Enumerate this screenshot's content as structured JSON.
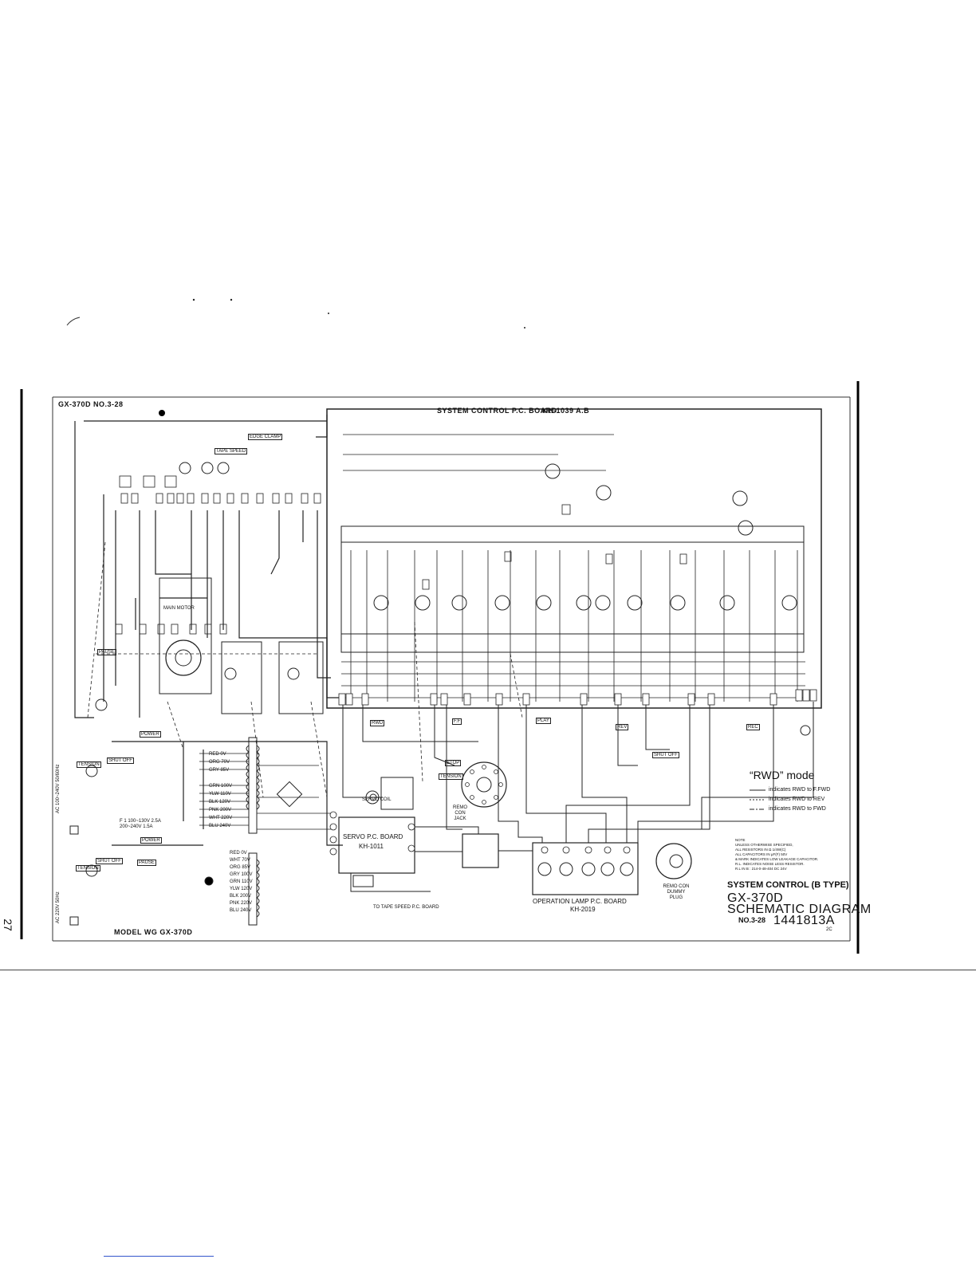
{
  "page_number": "27",
  "header": {
    "model_code": "GX-370D NO.3-28",
    "board_title": "SYSTEM CONTROL P.C. BOARD",
    "board_code": "KH-1039 A.B"
  },
  "boards": {
    "servo": "SERVO P.C. BOARD",
    "servo_code": "KH-1011",
    "oplamp": "OPERATION LAMP P.C. BOARD",
    "oplamp_code": "KH-2019",
    "tape_speed": "TO TAPE SPEED P.C. BOARD",
    "remo_jack": "REMO CON JACK",
    "remo_dummy": "REMO CON DUMMY PLUG"
  },
  "labels": {
    "main_motor": "MAIN MOTOR",
    "model_wg": "MODEL WG GX-370D",
    "tension_1": "TENSION",
    "tension_2": "TENSION",
    "tension_3": "TENSION",
    "power_1": "POWER",
    "power_2": "POWER",
    "pause_1": "PAUSE",
    "pause_2": "PAUSE",
    "shut_off_1": "SHUT OFF",
    "shut_off_2": "SHUT OFF",
    "shut_off_3": "SHUT OFF",
    "stop": "STOP",
    "play": "PLAY",
    "rec": "REC",
    "rev": "REV",
    "ff": "F.F",
    "rwd": "RWD",
    "tape_speed": "TAPE SPEED",
    "edge_clamp": "EDGE CLAMP",
    "ac_1": "AC 100~240V 50/60Hz",
    "ac_2": "AC 220V 50Hz",
    "servo_coil": "SERVO COIL"
  },
  "legend": {
    "mode": "“RWD” mode",
    "rows": [
      "indicates RWD to F.FWD",
      "indicates RWD to REV",
      "indicates RWD to FWD"
    ]
  },
  "notes": [
    "NOTE",
    "UNLESS OTHERWISE SPECIFIED,",
    "ALL RESISTORS IN Ω 1/4W(C)",
    "ALL CAPACITORS IN μF(F) 50V",
    "& MARK INDICATES LOW LEAKAGE CAPACITOR.",
    "R.L. INDICATES NOISE LESS RESISTOR.",
    "R.L IN B : 214-0-48-404 DC 24V"
  ],
  "title_block": {
    "line1": "SYSTEM CONTROL (B TYPE)",
    "line2": "GX-370D",
    "line3": "SCHEMATIC DIAGRAM",
    "line4_prefix": "NO.3-28",
    "line4_code": "1441813A",
    "rev": "2C"
  },
  "transformer_taps": [
    "RED 0V",
    "ORG 70V",
    "GRY 85V",
    "GRN 100V",
    "YLW 110V",
    "BLK 120V",
    "PNK 200V",
    "WHT 220V",
    "BLU 240V"
  ],
  "transformer_taps_2": [
    "RED 0V",
    "WHT 70V",
    "ORG 85V",
    "GRY 100V",
    "GRN 110V",
    "YLW 120V",
    "BLK 200V",
    "PNK 220V",
    "BLU 240V"
  ],
  "fuse": "F 1 100~130V 2.5A 200~240V 1.5A"
}
